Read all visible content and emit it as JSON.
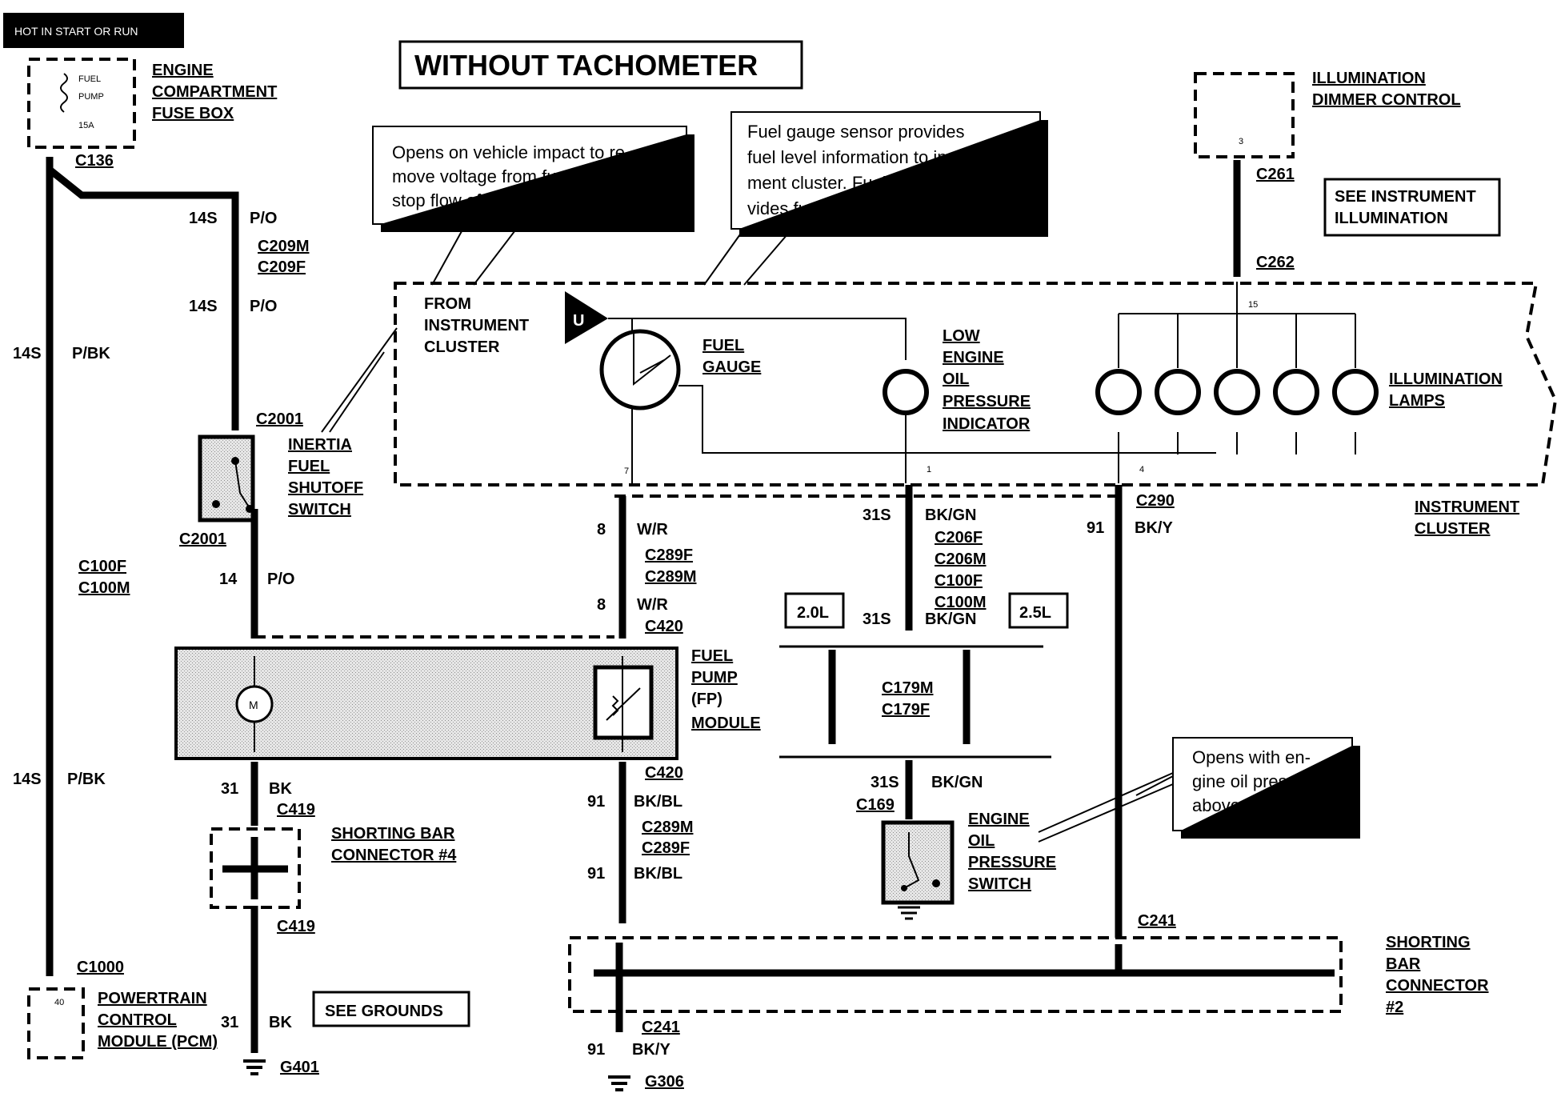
{
  "top_badge": "HOT IN START OR RUN",
  "title": "WITHOUT TACHOMETER",
  "fuse_box": {
    "inner": [
      "FUEL",
      "PUMP",
      "15A"
    ],
    "label": [
      "ENGINE",
      "COMPARTMENT",
      "FUSE BOX"
    ]
  },
  "notes": {
    "inertia": [
      "Opens on vehicle impact to re-",
      "move voltage from fuel pump to",
      "stop flow of gasoline."
    ],
    "fuel_gauge": [
      "Fuel gauge sensor provides",
      "fuel level information to instru-",
      "ment cluster. Fuel pump pro-",
      "vides fuel to engine."
    ],
    "oil": [
      "Opens with en-",
      "gine oil pressure",
      "above 6 psi."
    ]
  },
  "illum_dimmer": {
    "label": [
      "ILLUMINATION",
      "DIMMER CONTROL"
    ],
    "pin": "3"
  },
  "see_instrument_illum": [
    "SEE INSTRUMENT",
    "ILLUMINATION"
  ],
  "see_grounds": "SEE GROUNDS",
  "cluster": {
    "from": [
      "FROM",
      "INSTRUMENT",
      "CLUSTER"
    ],
    "u": "U",
    "fuel_gauge": [
      "FUEL",
      "GAUGE"
    ],
    "low_oil": [
      "LOW",
      "ENGINE",
      "OIL",
      "PRESSURE",
      "INDICATOR"
    ],
    "lamps": [
      "ILLUMINATION",
      "LAMPS"
    ],
    "label": [
      "INSTRUMENT",
      "CLUSTER"
    ],
    "pins": {
      "p15": "15",
      "p7": "7",
      "p1": "1",
      "p4": "4"
    }
  },
  "inertia_switch": [
    "INERTIA",
    "FUEL",
    "SHUTOFF",
    "SWITCH"
  ],
  "fp_module": [
    "FUEL",
    "PUMP",
    "(FP)",
    "MODULE"
  ],
  "motor": "M",
  "shorting4": [
    "SHORTING BAR",
    "CONNECTOR #4"
  ],
  "shorting2": [
    "SHORTING",
    "BAR",
    "CONNECTOR",
    "#2"
  ],
  "pcm": {
    "label": [
      "POWERTRAIN",
      "CONTROL",
      "MODULE (PCM)"
    ],
    "pin": "40"
  },
  "oil_switch": [
    "ENGINE",
    "OIL",
    "PRESSURE",
    "SWITCH"
  ],
  "engine_2": "2.0L",
  "engine_25": "2.5L",
  "connectors": {
    "c136": "C136",
    "c209m": "C209M",
    "c209f": "C209F",
    "c2001a": "C2001",
    "c2001b": "C2001",
    "c100f": "C100F",
    "c100m": "C100M",
    "c1000": "C1000",
    "c289f": "C289F",
    "c289m": "C289M",
    "c420a": "C420",
    "c420b": "C420",
    "c289m2": "C289M",
    "c289f2": "C289F",
    "c419a": "C419",
    "c419b": "C419",
    "g401": "G401",
    "g306": "G306",
    "c290": "C290",
    "c206f": "C206F",
    "c206m": "C206M",
    "c100f2": "C100F",
    "c100m2": "C100M",
    "c179m": "C179M",
    "c179f": "C179F",
    "c169": "C169",
    "c241a": "C241",
    "c241b": "C241",
    "c261": "C261",
    "c262": "C262"
  },
  "wires": {
    "w1": {
      "num": "14S",
      "color": "P/O"
    },
    "w2": {
      "num": "14S",
      "color": "P/O"
    },
    "w3": {
      "num": "14S",
      "color": "P/BK"
    },
    "w4": {
      "num": "14",
      "color": "P/O"
    },
    "w5": {
      "num": "14S",
      "color": "P/BK"
    },
    "w6": {
      "num": "31",
      "color": "BK"
    },
    "w7": {
      "num": "31",
      "color": "BK"
    },
    "w8": {
      "num": "8",
      "color": "W/R"
    },
    "w9": {
      "num": "8",
      "color": "W/R"
    },
    "w10": {
      "num": "91",
      "color": "BK/BL"
    },
    "w11": {
      "num": "91",
      "color": "BK/BL"
    },
    "w12": {
      "num": "91",
      "color": "BK/Y"
    },
    "w13": {
      "num": "31S",
      "color": "BK/GN"
    },
    "w14": {
      "num": "31S",
      "color": "BK/GN"
    },
    "w15": {
      "num": "31S",
      "color": "BK/GN"
    },
    "w16": {
      "num": "91",
      "color": "BK/Y"
    }
  }
}
